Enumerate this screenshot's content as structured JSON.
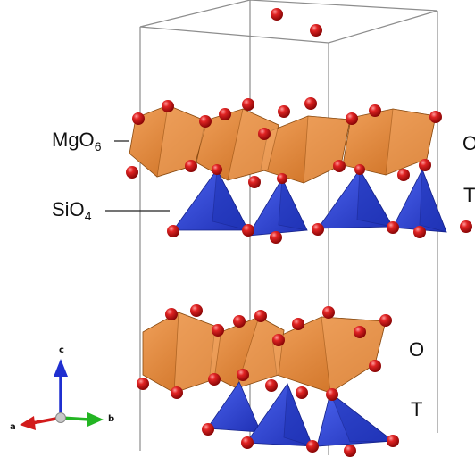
{
  "labels": {
    "mgo6": {
      "base": "MgO",
      "sub": "6"
    },
    "sio4": {
      "base": "SiO",
      "sub": "4"
    },
    "upper_o": "O",
    "upper_t": "T",
    "lower_o": "O",
    "lower_t": "T"
  },
  "axes": {
    "a": "a",
    "b": "b",
    "c": "c"
  },
  "colors": {
    "octahedra": "#e07a2a",
    "octahedra_dark": "#b85d15",
    "tetrahedra": "#2f46d6",
    "tetrahedra_dark": "#1f2fa0",
    "oxygen": "#d41414",
    "cell_edge": "#8a8a8a",
    "axis_a": "#d21b1b",
    "axis_b": "#23b523",
    "axis_c": "#1f2fd0"
  }
}
